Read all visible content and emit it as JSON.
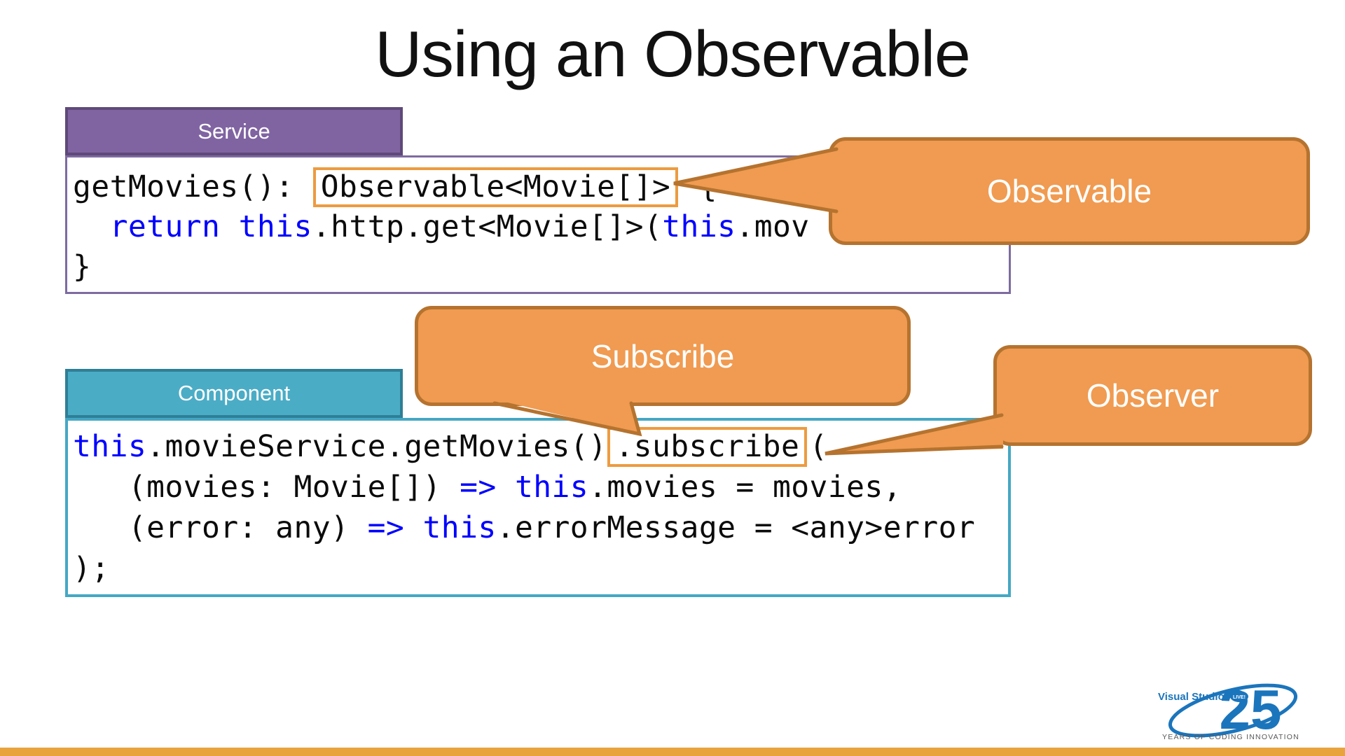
{
  "title": "Using an Observable",
  "service_panel": {
    "tab_label": "Service",
    "code_lines": [
      [
        {
          "text": "getMovies(): "
        },
        {
          "text": "Observable<Movie[]>",
          "highlight": true
        },
        {
          "text": " {"
        }
      ],
      [
        {
          "text": "  "
        },
        {
          "text": "return",
          "kw": true
        },
        {
          "text": " "
        },
        {
          "text": "this",
          "kw": true
        },
        {
          "text": ".http.get<Movie[]>("
        },
        {
          "text": "this",
          "kw": true
        },
        {
          "text": ".mov"
        }
      ],
      [
        {
          "text": "}"
        }
      ]
    ]
  },
  "component_panel": {
    "tab_label": "Component",
    "code_lines": [
      [
        {
          "text": "this",
          "kw": true
        },
        {
          "text": ".movieService.getMovies()"
        },
        {
          "text": ".subscribe",
          "highlight": true
        },
        {
          "text": "("
        }
      ],
      [
        {
          "text": "   (movies: Movie[]) "
        },
        {
          "text": "=>",
          "kw": true
        },
        {
          "text": " "
        },
        {
          "text": "this",
          "kw": true
        },
        {
          "text": ".movies = movies,"
        }
      ],
      [
        {
          "text": "   (error: any) "
        },
        {
          "text": "=>",
          "kw": true
        },
        {
          "text": " "
        },
        {
          "text": "this",
          "kw": true
        },
        {
          "text": ".errorMessage = <any>error"
        }
      ],
      [
        {
          "text": ");"
        }
      ]
    ]
  },
  "callouts": {
    "observable": {
      "label": "Observable"
    },
    "subscribe": {
      "label": "Subscribe"
    },
    "observer": {
      "label": "Observer"
    }
  },
  "logo": {
    "product": "Visual Studio",
    "badge": "LIVE!",
    "number": "25",
    "tagline": "YEARS OF CODING INNOVATION"
  },
  "colors": {
    "callout_fill": "#F09B51",
    "callout_border": "#B5732F",
    "highlight_outline": "#ED9B40",
    "service_tab": "#8064A2",
    "service_tab_border": "#5F497A",
    "service_box_border": "#7E6BA0",
    "component_tab": "#4BACC6",
    "component_tab_border": "#2E7F96",
    "component_box_border": "#44A8C4",
    "code_keyword": "#0000FF",
    "footer_bar": "#E8A33C",
    "logo_blue": "#1B75BC",
    "logo_gray": "#58595B"
  }
}
